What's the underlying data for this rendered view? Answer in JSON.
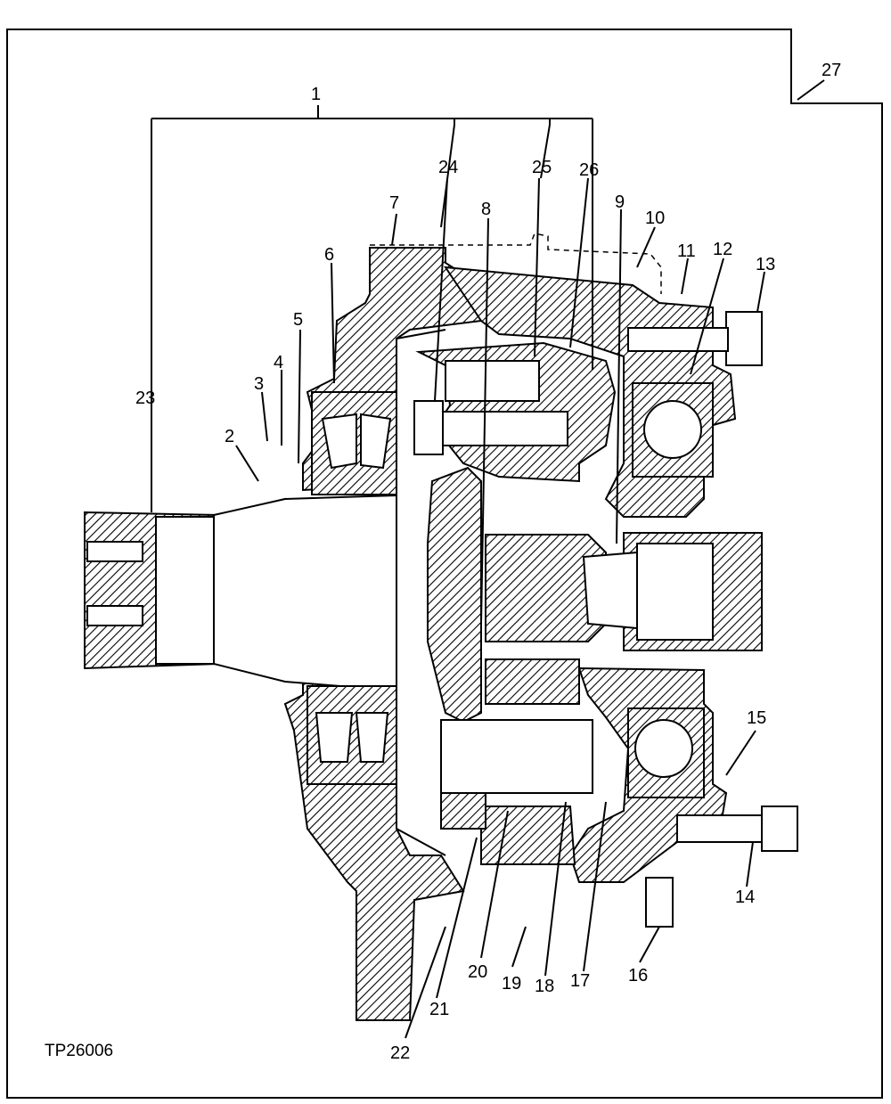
{
  "figure_code": "TP26006",
  "callouts": [
    "1",
    "2",
    "3",
    "4",
    "5",
    "6",
    "7",
    "8",
    "9",
    "10",
    "11",
    "12",
    "13",
    "14",
    "15",
    "16",
    "17",
    "18",
    "19",
    "20",
    "21",
    "22",
    "23",
    "24",
    "25",
    "26",
    "27"
  ]
}
